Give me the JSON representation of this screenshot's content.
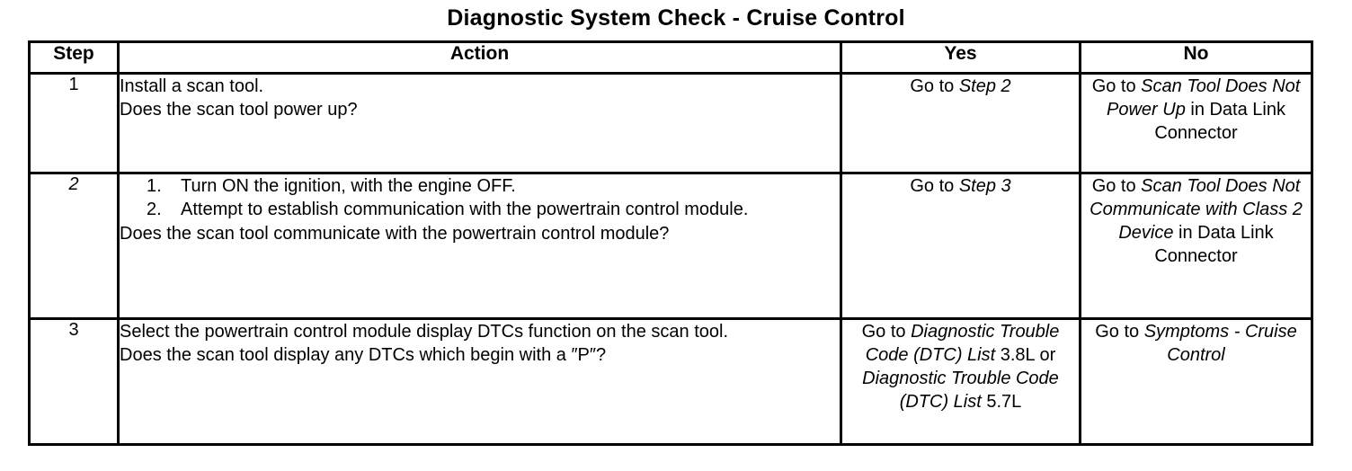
{
  "document": {
    "title": "Diagnostic System Check - Cruise Control"
  },
  "table": {
    "headers": {
      "step": "Step",
      "action": "Action",
      "yes": "Yes",
      "no": "No"
    },
    "rows": [
      {
        "step": "1",
        "step_italic": false,
        "action": {
          "lines": [
            "Install a scan tool.",
            "Does the scan tool power up?"
          ],
          "numbered": []
        },
        "yes": {
          "align": "bottom",
          "parts": [
            {
              "text": "Go to ",
              "italic": false
            },
            {
              "text": "Step 2",
              "italic": true
            }
          ]
        },
        "no": {
          "align": "top",
          "parts": [
            {
              "text": "Go to ",
              "italic": false
            },
            {
              "text": "Scan Tool Does Not Power Up",
              "italic": true
            },
            {
              "text": " in Data Link Connector",
              "italic": false
            }
          ]
        }
      },
      {
        "step": "2",
        "step_italic": true,
        "action": {
          "numbered": [
            "Turn ON the ignition, with the engine OFF.",
            "Attempt to establish communication with the powertrain control module."
          ],
          "lines": [
            "Does the scan tool communicate with the powertrain control module?"
          ]
        },
        "yes": {
          "align": "bottom",
          "parts": [
            {
              "text": "Go to ",
              "italic": false
            },
            {
              "text": "Step 3",
              "italic": true
            }
          ]
        },
        "no": {
          "align": "top",
          "parts": [
            {
              "text": "Go to ",
              "italic": false
            },
            {
              "text": "Scan Tool Does Not Communicate with Class 2 Device",
              "italic": true
            },
            {
              "text": " in Data Link Connector",
              "italic": false
            }
          ]
        }
      },
      {
        "step": "3",
        "step_italic": false,
        "action": {
          "lines": [
            "Select the powertrain control module display DTCs function on the scan tool.",
            "Does the scan tool display any DTCs which begin with a ″P″?"
          ],
          "numbered": []
        },
        "yes": {
          "align": "top",
          "parts": [
            {
              "text": "Go to ",
              "italic": false
            },
            {
              "text": "Diagnostic Trouble Code (DTC) List",
              "italic": true
            },
            {
              "text": " 3.8L or ",
              "italic": false
            },
            {
              "text": "Diagnostic Trouble Code (DTC) List",
              "italic": true
            },
            {
              "text": " 5.7L",
              "italic": false
            }
          ]
        },
        "no": {
          "align": "bottom",
          "parts": [
            {
              "text": "Go to ",
              "italic": false
            },
            {
              "text": "Symptoms - Cruise Control",
              "italic": true
            }
          ]
        }
      }
    ]
  }
}
